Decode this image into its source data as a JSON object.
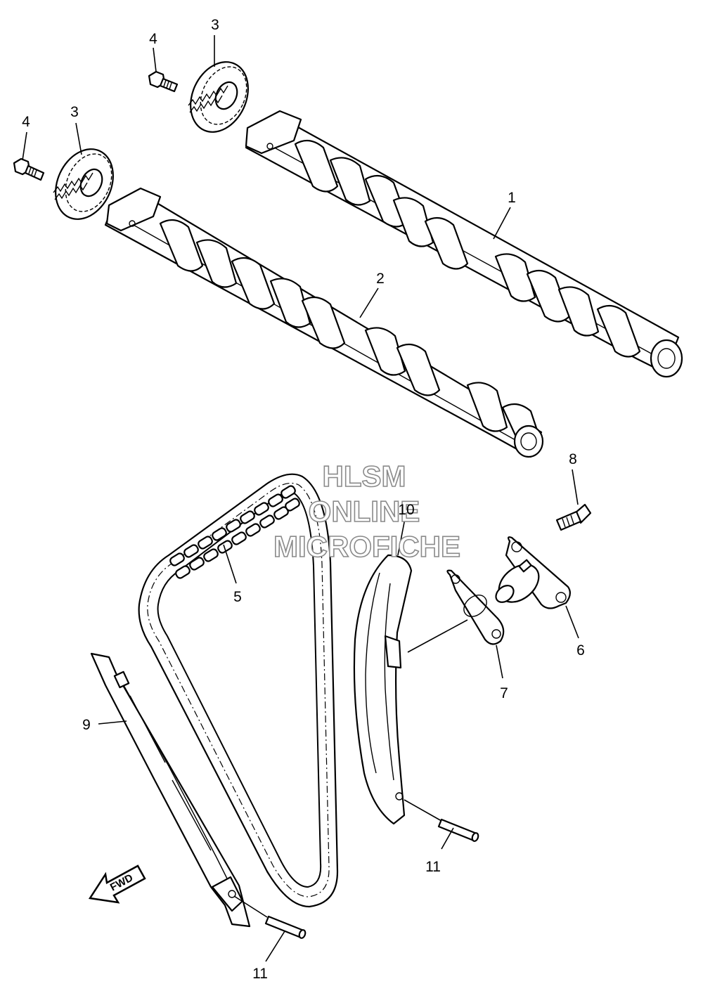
{
  "callouts": [
    {
      "id": "c1",
      "label": "1"
    },
    {
      "id": "c2",
      "label": "2"
    },
    {
      "id": "c3a",
      "label": "3"
    },
    {
      "id": "c3b",
      "label": "3"
    },
    {
      "id": "c4a",
      "label": "4"
    },
    {
      "id": "c4b",
      "label": "4"
    },
    {
      "id": "c5",
      "label": "5"
    },
    {
      "id": "c6",
      "label": "6"
    },
    {
      "id": "c7",
      "label": "7"
    },
    {
      "id": "c8",
      "label": "8"
    },
    {
      "id": "c9",
      "label": "9"
    },
    {
      "id": "c10",
      "label": "10"
    },
    {
      "id": "c11a",
      "label": "11"
    },
    {
      "id": "c11b",
      "label": "11"
    }
  ],
  "watermark": {
    "line1": "HLSM",
    "line2": "ONLINE",
    "line3": "MICROFICHE"
  },
  "fwd_label": "FWD"
}
